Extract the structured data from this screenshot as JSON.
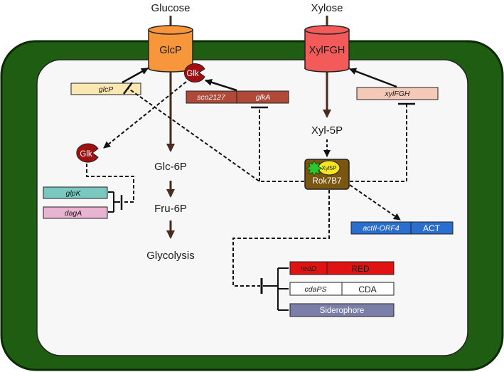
{
  "inputs": {
    "glucose": "Glucose",
    "xylose": "Xylose"
  },
  "transporters": {
    "glcp": "GlcP",
    "xylfgh": "XylFGH"
  },
  "proteins": {
    "glk_top": "Glk",
    "glk_left": "Glk",
    "rok": "Rok7B7",
    "xyl5p_badge": "Xyl5P"
  },
  "genes": {
    "glcP": "glcP",
    "sco2127": "sco2127",
    "glkA": "glkA",
    "xylFGH": "xylFGH",
    "glpK": "glpK",
    "dagA": "dagA",
    "actII_ORF4": "actII-ORF4",
    "redD": "redD",
    "cdaPS": "cdaPS"
  },
  "products": {
    "act": "ACT",
    "red": "RED",
    "cda": "CDA",
    "siderophore": "Siderophore"
  },
  "metabolites": {
    "glc6p": "Glc-6P",
    "fru6p": "Fru-6P",
    "glycolysis": "Glycolysis",
    "xyl5p": "Xyl-5P"
  },
  "colors": {
    "cell_wall": "#1f5e12",
    "cytoplasm": "#f7f7f7",
    "glcp": "#f7963a",
    "xylfgh": "#f35a5a",
    "glk": "#a01010",
    "rok": "#7a5610",
    "xyl5p_badge": "#f5e61e",
    "glcP_gene": "#fbe7b1",
    "sco2127_gene": "#b04a38",
    "xylFGH_gene": "#f5c9b7",
    "glpK_gene": "#7bc8c1",
    "dagA_gene": "#e9b3d2",
    "act_gene": "#2a6fd0",
    "red_gene": "#e11212",
    "siderophore": "#7b7fa8",
    "pathway_arrow": "#4a2a1e"
  }
}
